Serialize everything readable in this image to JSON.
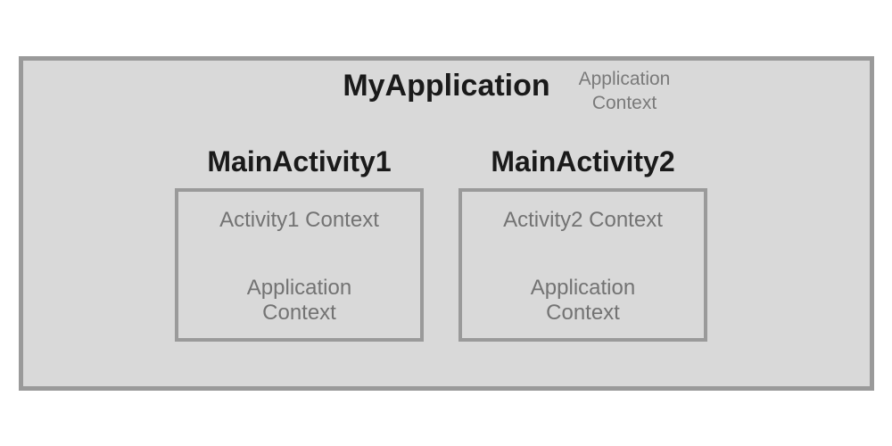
{
  "diagram": {
    "application": {
      "title": "MyApplication",
      "context_label": "Application Context"
    },
    "activities": [
      {
        "title": "MainActivity1",
        "context_label": "Activity1 Context",
        "app_context_label": "Application Context"
      },
      {
        "title": "MainActivity2",
        "context_label": "Activity2 Context",
        "app_context_label": "Application Context"
      }
    ],
    "colors": {
      "page_background": "#ffffff",
      "box_fill": "#d9d9d9",
      "box_border": "#9a9a9a",
      "title_text": "#1a1a1a",
      "context_text": "#737373"
    }
  }
}
